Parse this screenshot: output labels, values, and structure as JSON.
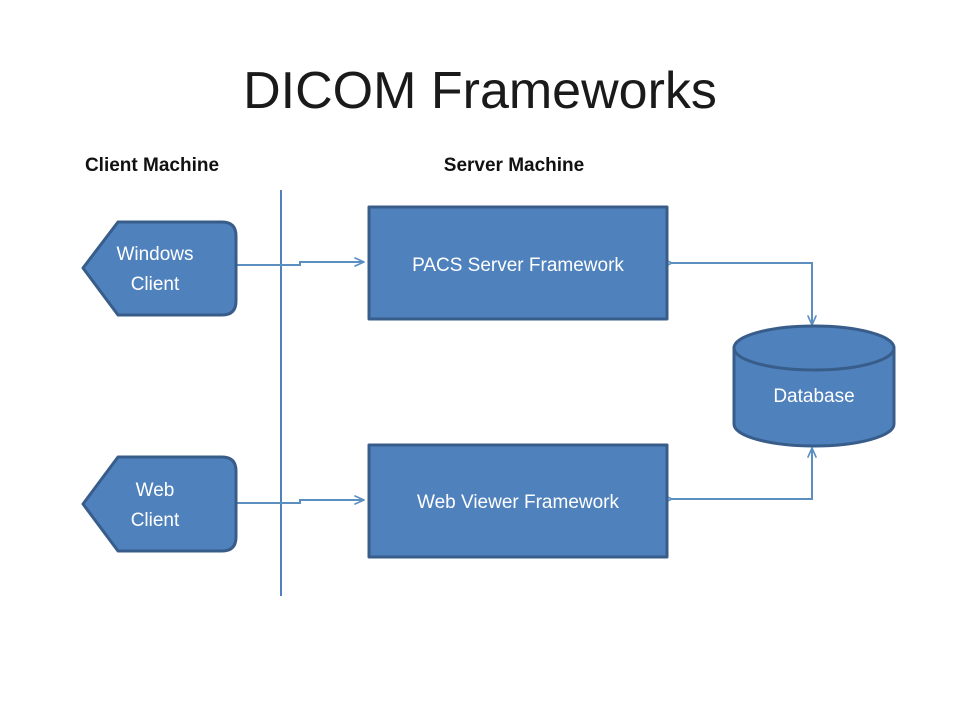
{
  "title": "DICOM Frameworks",
  "lanes": [
    {
      "id": "client",
      "label": "Client Machine"
    },
    {
      "id": "server",
      "label": "Server Machine"
    }
  ],
  "nodes": {
    "windows_client": {
      "label_line1": "Windows",
      "label_line2": "Client",
      "shape": "pentagon-card"
    },
    "web_client": {
      "label_line1": "Web",
      "label_line2": "Client",
      "shape": "pentagon-card"
    },
    "pacs_server": {
      "label": "PACS Server Framework",
      "shape": "rectangle"
    },
    "web_viewer": {
      "label": "Web Viewer Framework",
      "shape": "rectangle"
    },
    "database": {
      "label": "Database",
      "shape": "cylinder"
    }
  },
  "connectors": [
    {
      "id": "windows-to-pacs",
      "from": "windows_client",
      "to": "pacs_server",
      "direction": "bidirectional"
    },
    {
      "id": "web-to-webviewer",
      "from": "web_client",
      "to": "web_viewer",
      "direction": "bidirectional"
    },
    {
      "id": "pacs-to-database",
      "from": "pacs_server",
      "to": "database",
      "direction": "bidirectional"
    },
    {
      "id": "webviewer-to-database",
      "from": "web_viewer",
      "to": "database",
      "direction": "bidirectional"
    }
  ],
  "colors": {
    "shape_fill": "#4F81BD",
    "shape_border": "#385D8A",
    "connector": "#5B8FC0",
    "divider": "#4F81BD",
    "label_text": "#111111",
    "node_text": "#FFFFFF",
    "title_text": "#1A1A1A",
    "background": "#FFFFFF"
  }
}
